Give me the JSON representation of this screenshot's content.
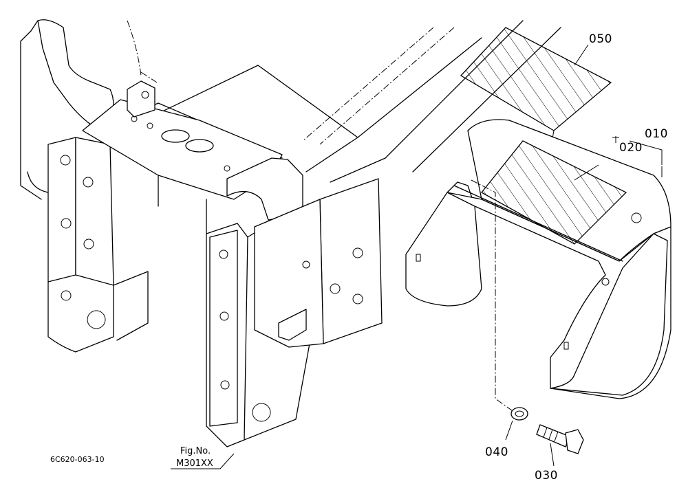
{
  "callouts": {
    "p050": "050",
    "p010": "010",
    "p020": "020",
    "p040": "040",
    "p030": "030"
  },
  "figure": {
    "label": "Fig.No.",
    "number": "M301XX"
  },
  "drawing_code": "6C620-063-10"
}
